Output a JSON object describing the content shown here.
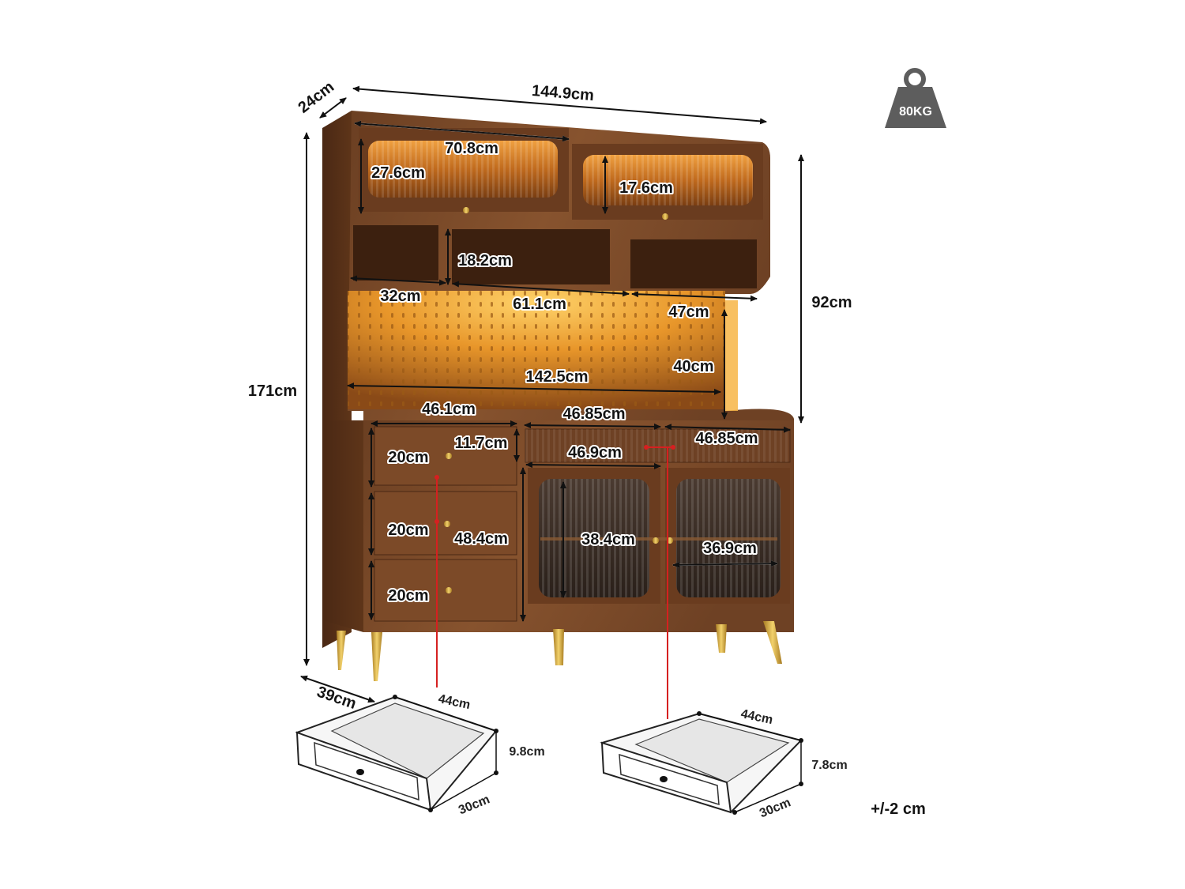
{
  "weight_badge": {
    "label": "80KG"
  },
  "tolerance": "+/-2 cm",
  "overall": {
    "width": "144.9cm",
    "depth_top": "24cm",
    "height": "171cm",
    "upper_height": "92cm",
    "depth_base": "39cm"
  },
  "upper_cabinets": {
    "door_width": "70.8cm",
    "left_height": "27.6cm",
    "right_height": "17.6cm"
  },
  "open_shelves": {
    "height": "18.2cm",
    "left_width": "32cm",
    "middle_width": "61.1cm",
    "right_width": "47cm"
  },
  "pegboard": {
    "width": "142.5cm",
    "height": "40cm"
  },
  "base": {
    "left_width": "46.1cm",
    "middle_width": "46.85cm",
    "right_width": "46.85cm",
    "drawer_top_height": "11.7cm",
    "drawer_heights": [
      "20cm",
      "20cm",
      "20cm"
    ],
    "left_section_height": "48.4cm",
    "top_drawer_width": "46.9cm",
    "door_height": "38.4cm",
    "shelf_width": "36.9cm"
  },
  "drawer_left": {
    "width": "44cm",
    "height": "9.8cm",
    "depth": "30cm"
  },
  "drawer_right": {
    "width": "44cm",
    "height": "7.8cm",
    "depth": "30cm"
  }
}
